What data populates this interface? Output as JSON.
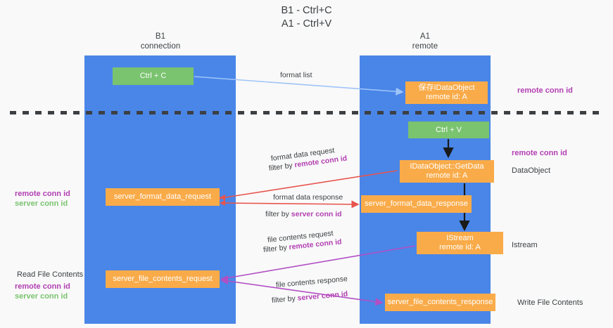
{
  "title": "B1 - Ctrl+C\nA1 - Ctrl+V",
  "title_line1": "B1 - Ctrl+C",
  "title_line2": "A1 - Ctrl+V",
  "columns": {
    "left": {
      "name": "B1",
      "role": "connection",
      "color": "#4a86e8"
    },
    "right": {
      "name": "A1",
      "role": "remote",
      "color": "#4a86e8"
    }
  },
  "colors": {
    "column_blue": "#4a86e8",
    "box_orange": "#f9ab49",
    "box_green": "#7ac36f",
    "magenta": "#b23fb2",
    "green_text": "#7ac36f",
    "arrow_blue": "#9fc5f8",
    "arrow_red": "#e8554e",
    "arrow_magenta": "#b14fc4",
    "arrow_black": "#1a1a1a",
    "dash_line": "#3c4043",
    "background": "#f9f9f9"
  },
  "boxes": {
    "ctrl_c": "Ctrl + C",
    "ctrl_v": "Ctrl + V",
    "idataobject_line1": "保存IDataObject",
    "idataobject_line2": "remote id: A",
    "getdata_line1": "IDataObject::GetData",
    "getdata_line2": "remote id: A",
    "istream_line1": "IStream",
    "istream_line2": "remote id: A",
    "server_format_data_request": "server_format_data_request",
    "server_format_data_response": "server_format_data_response",
    "server_file_contents_request": "server_file_contents_request",
    "server_file_contents_response": "server_file_contents_response"
  },
  "edge_labels": {
    "format_list": "format list",
    "format_data_request": "format data request",
    "format_data_request_filter_prefix": "filter by ",
    "format_data_request_filter_value": "remote conn id",
    "format_data_response": "format data response",
    "format_data_response_filter_prefix": "filter by ",
    "format_data_response_filter_value": "server conn id",
    "file_contents_request": "file contents request",
    "file_contents_request_filter_prefix": "filter by ",
    "file_contents_request_filter_value": "remote conn id",
    "file_contents_response": "file contents response",
    "file_contents_response_filter_prefix": "filter by ",
    "file_contents_response_filter_value": "server conn id"
  },
  "side_labels": {
    "right_remote_conn_id_top": "remote conn id",
    "right_remote_conn_id_mid": "remote conn id",
    "right_dataobject": "DataObject",
    "right_istream": "Istream",
    "right_write_file_contents": "Write File Contents",
    "left_read_file_contents": "Read File Contents",
    "left_remote_conn_id_1": "remote conn id",
    "left_server_conn_id_1": "server conn id",
    "left_remote_conn_id_2": "remote conn id",
    "left_server_conn_id_2": "server conn id"
  }
}
